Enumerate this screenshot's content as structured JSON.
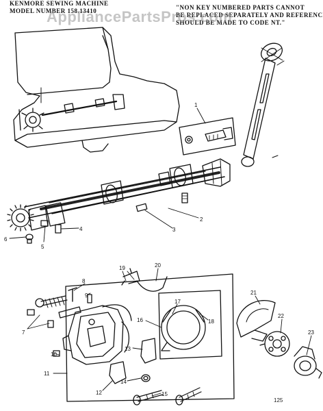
{
  "header": {
    "left_line1": "KENMORE SEWING MACHINE",
    "left_line2": "MODEL NUMBER 158.13410",
    "right_line1": "\"NON KEY NUMBERED PARTS CANNOT",
    "right_line2": "BE REPLACED SEPARATELY AND REFERENCE",
    "right_line3": "SHOULD BE MADE TO CODE NT.\""
  },
  "watermark": "AppliancePartsPros.com",
  "page_number": "125",
  "callouts": {
    "c1": "1",
    "c2": "2",
    "c3": "3",
    "c4": "4",
    "c5": "5",
    "c6": "6",
    "c7": "7",
    "c8": "8",
    "c9": "9",
    "c10": "10",
    "c11": "11",
    "c12": "12",
    "c13": "13",
    "c14": "14",
    "c15": "15",
    "c16": "16",
    "c17": "17",
    "c18": "18",
    "c19": "19",
    "c20": "20",
    "c21": "21",
    "c22": "22",
    "c23": "23"
  },
  "colors": {
    "ink": "#111111",
    "watermark": "#969696",
    "background": "#ffffff"
  }
}
